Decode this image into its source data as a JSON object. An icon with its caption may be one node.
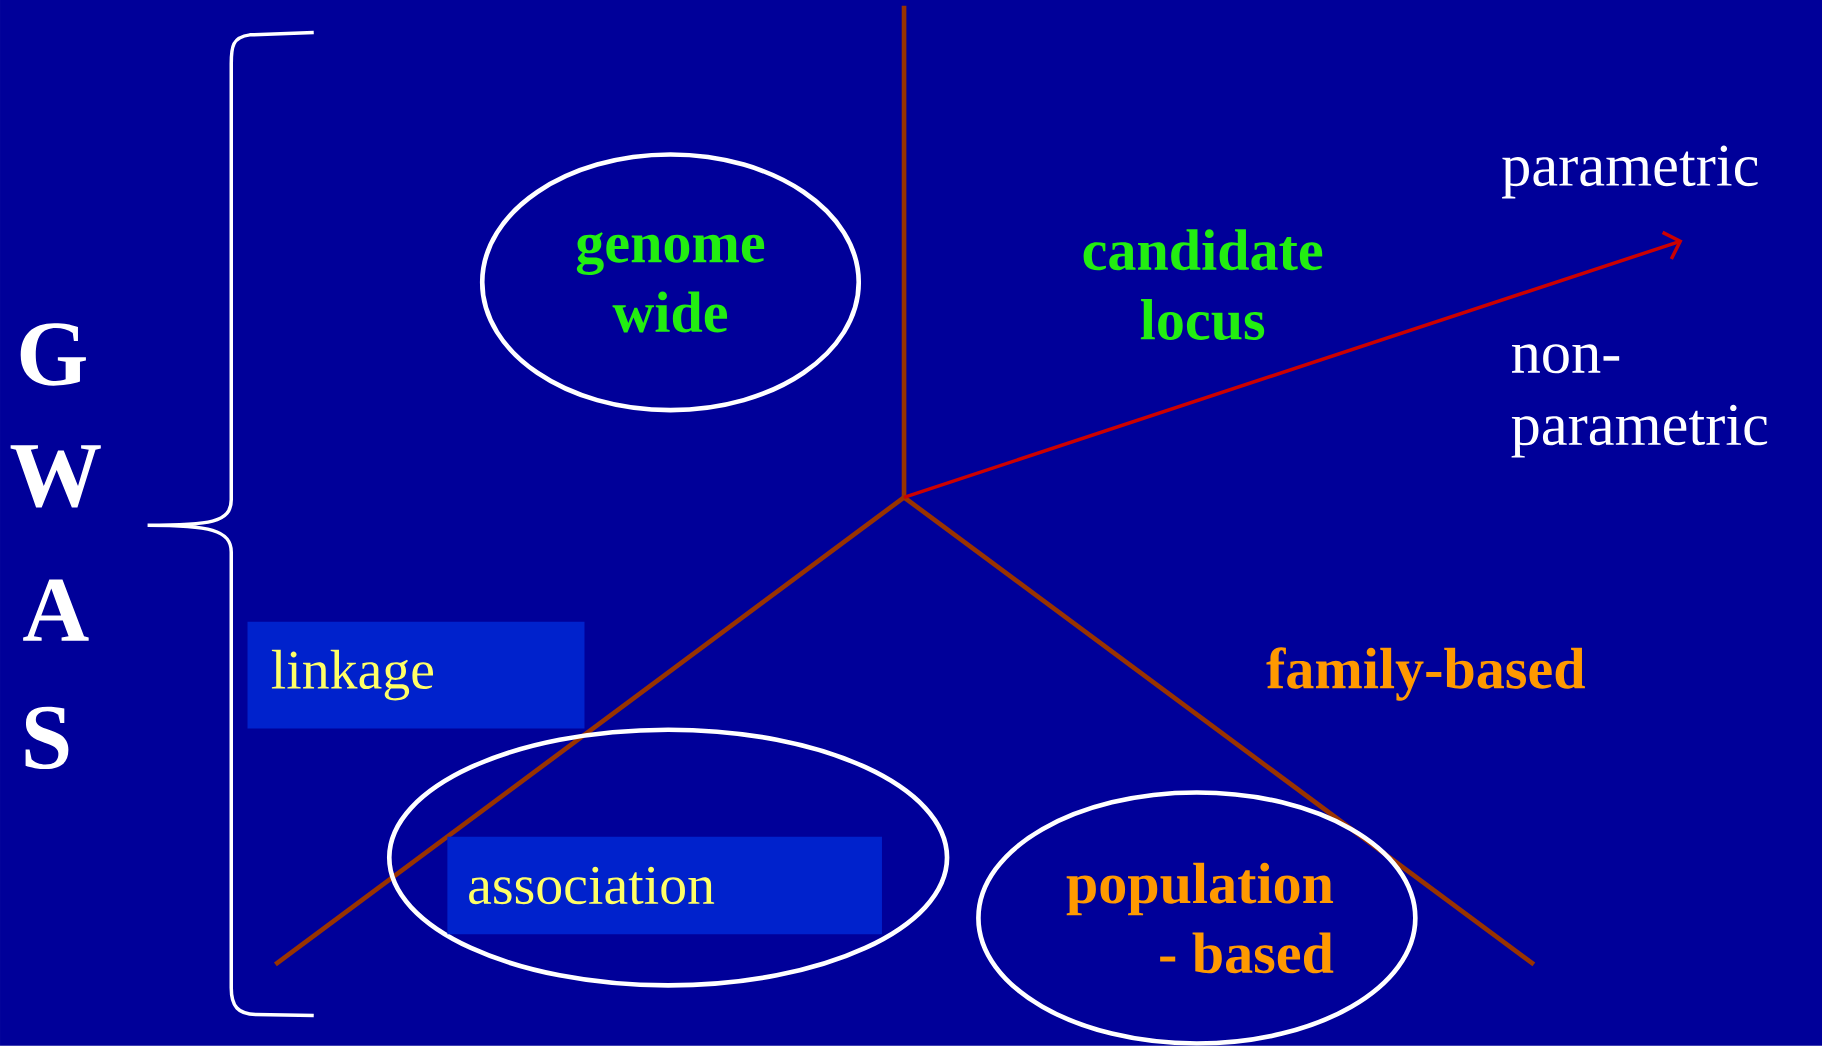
{
  "diagram": {
    "nodes": [
      {
        "text": [
          "genome wide"
        ]
      },
      {
        "text": [
          "linkage"
        ]
      },
      {
        "text": [],
        "shape": "ellipse"
      },
      {
        "text": [
          "association"
        ],
        "in": 2
      },
      {
        "text": [
          "population - based"
        ]
      }
    ],
    "edges": [],
    "labels": [
      "candidate locus",
      "parametric",
      "non- parametric",
      "family-based",
      "G",
      "W",
      "A",
      "S"
    ]
  }
}
